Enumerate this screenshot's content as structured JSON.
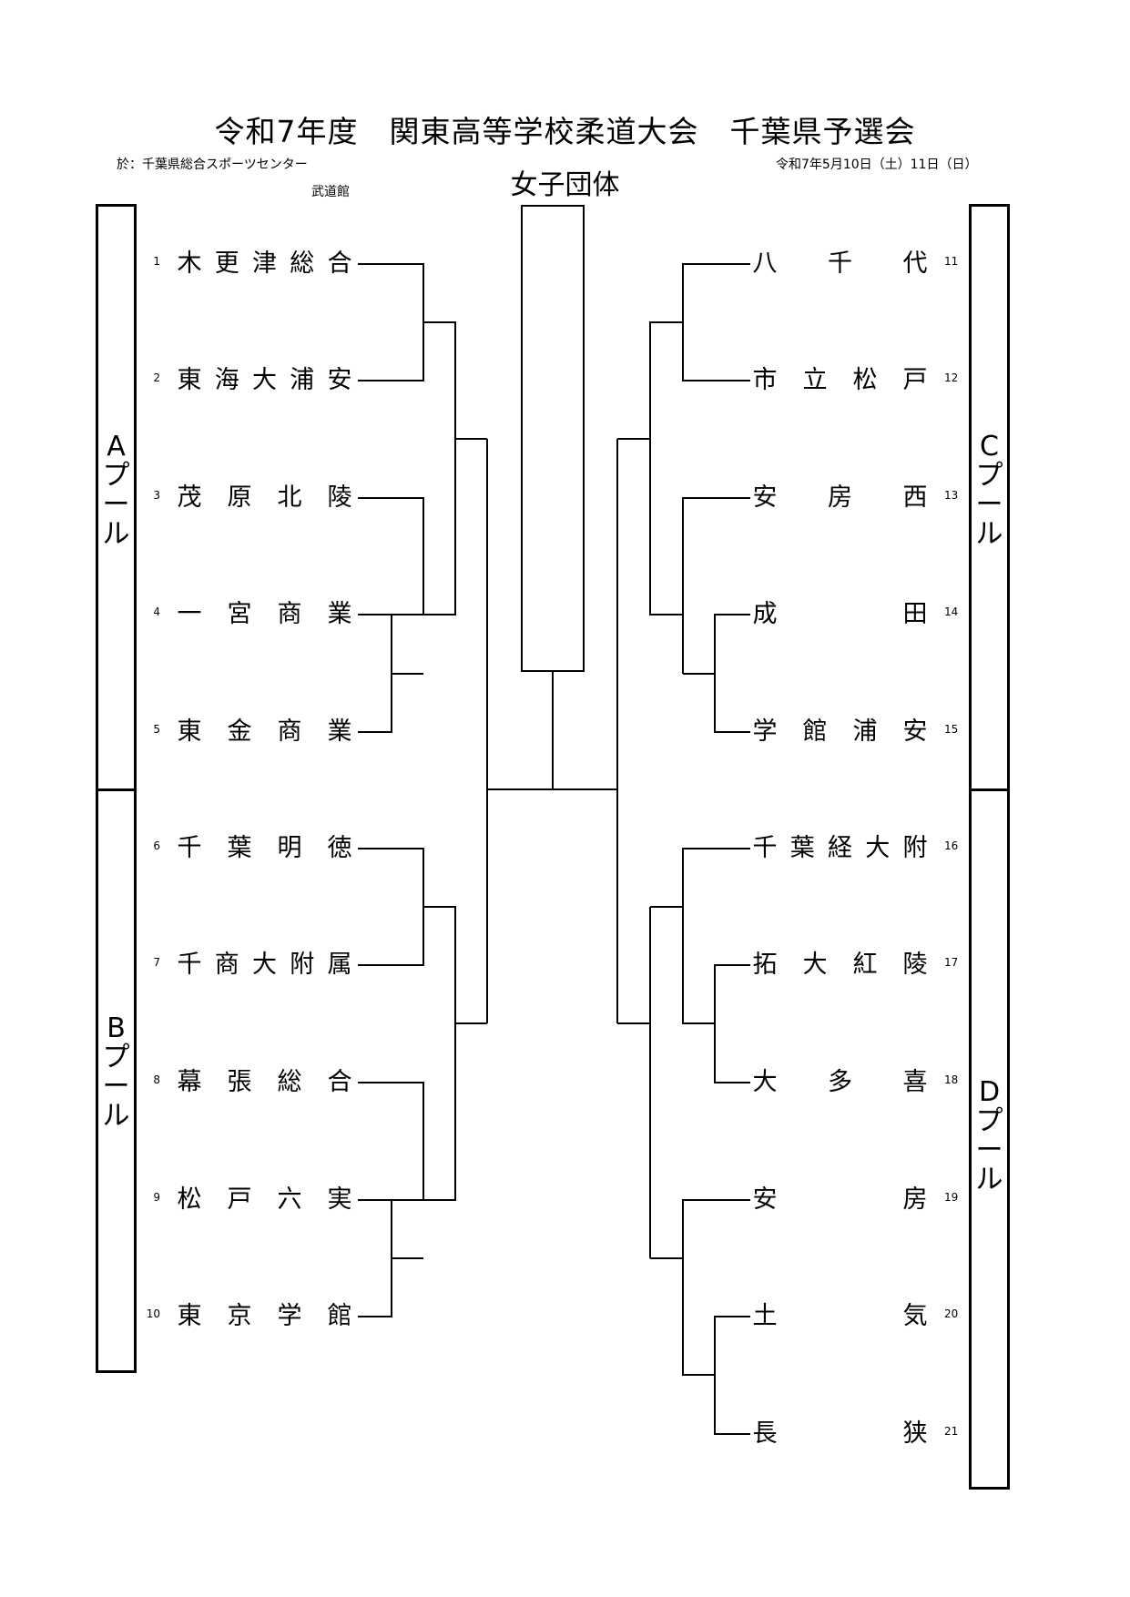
{
  "header": {
    "title": "令和7年度　関東高等学校柔道大会　千葉県予選会",
    "venue_line1": "於：千葉県総合スポーツセンター",
    "venue_line2": "武道館",
    "date": "令和7年5月10日（土）11日（日）",
    "subtitle": "女子団体"
  },
  "pools": {
    "A": "Aプール",
    "B": "Bプール",
    "C": "Cプール",
    "D": "Dプール"
  },
  "teams_left": [
    {
      "num": "1",
      "chars": [
        "木",
        "更",
        "津",
        "総",
        "合"
      ]
    },
    {
      "num": "2",
      "chars": [
        "東",
        "海",
        "大",
        "浦",
        "安"
      ]
    },
    {
      "num": "3",
      "chars": [
        "茂",
        "原",
        "北",
        "陵"
      ]
    },
    {
      "num": "4",
      "chars": [
        "一",
        "宮",
        "商",
        "業"
      ]
    },
    {
      "num": "5",
      "chars": [
        "東",
        "金",
        "商",
        "業"
      ]
    },
    {
      "num": "6",
      "chars": [
        "千",
        "葉",
        "明",
        "徳"
      ]
    },
    {
      "num": "7",
      "chars": [
        "千",
        "商",
        "大",
        "附",
        "属"
      ]
    },
    {
      "num": "8",
      "chars": [
        "幕",
        "張",
        "総",
        "合"
      ]
    },
    {
      "num": "9",
      "chars": [
        "松",
        "戸",
        "六",
        "実"
      ]
    },
    {
      "num": "10",
      "chars": [
        "東",
        "京",
        "学",
        "館"
      ]
    }
  ],
  "teams_right": [
    {
      "num": "11",
      "chars": [
        "八",
        "千",
        "代"
      ]
    },
    {
      "num": "12",
      "chars": [
        "市",
        "立",
        "松",
        "戸"
      ]
    },
    {
      "num": "13",
      "chars": [
        "安",
        "房",
        "西"
      ]
    },
    {
      "num": "14",
      "chars": [
        "成",
        "田"
      ]
    },
    {
      "num": "15",
      "chars": [
        "学",
        "館",
        "浦",
        "安"
      ]
    },
    {
      "num": "16",
      "chars": [
        "千",
        "葉",
        "経",
        "大",
        "附"
      ]
    },
    {
      "num": "17",
      "chars": [
        "拓",
        "大",
        "紅",
        "陵"
      ]
    },
    {
      "num": "18",
      "chars": [
        "大",
        "多",
        "喜"
      ]
    },
    {
      "num": "19",
      "chars": [
        "安",
        "房"
      ]
    },
    {
      "num": "20",
      "chars": [
        "土",
        "気"
      ]
    },
    {
      "num": "21",
      "chars": [
        "長",
        "狭"
      ]
    }
  ]
}
